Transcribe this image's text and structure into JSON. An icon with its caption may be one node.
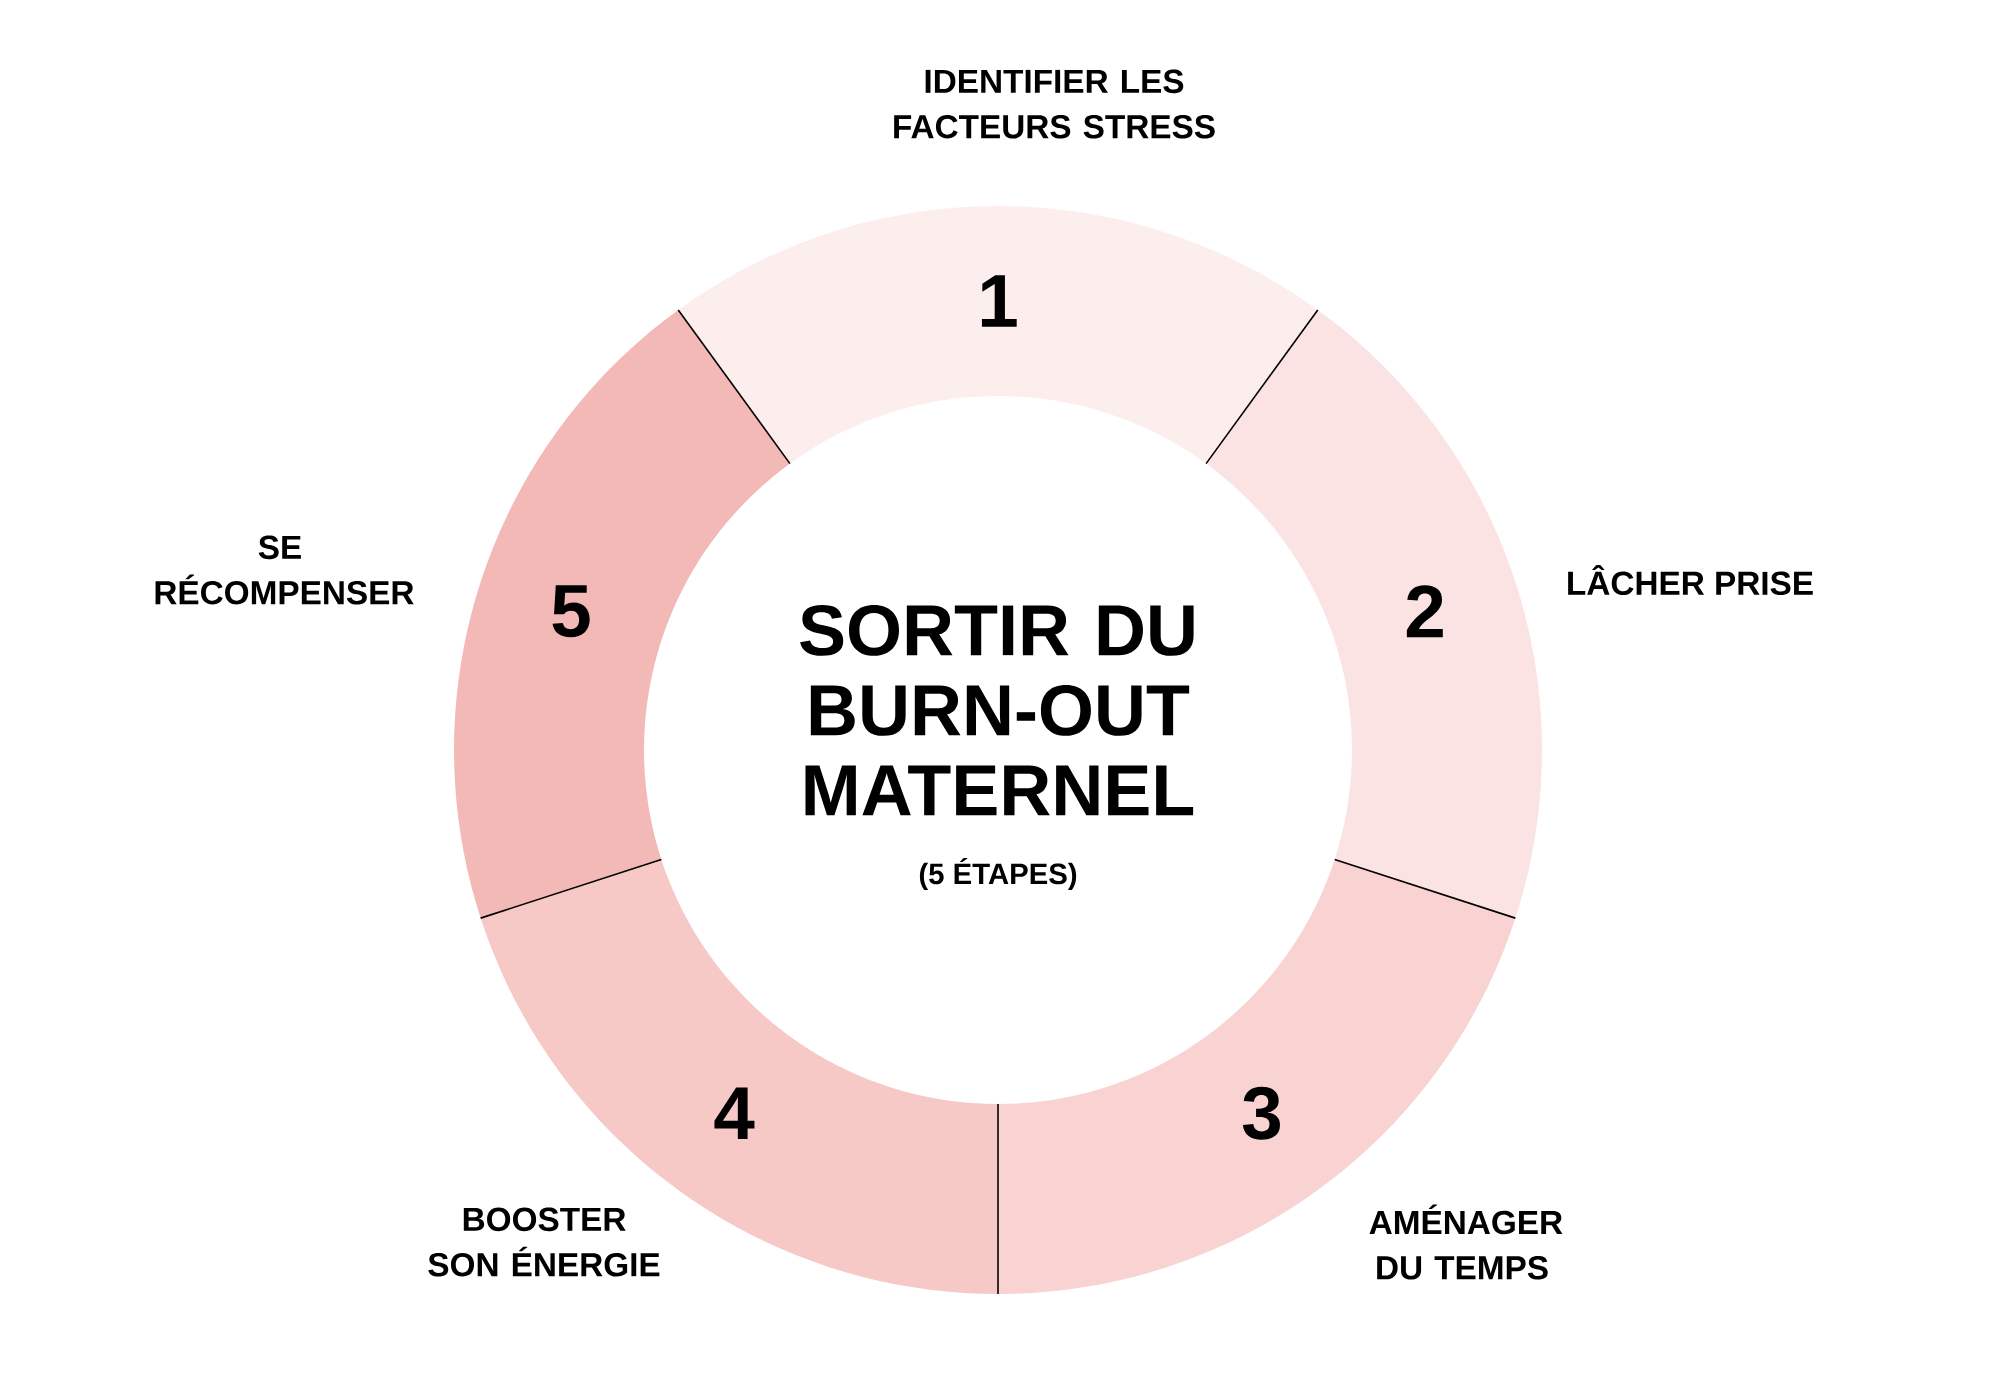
{
  "diagram": {
    "nodes": [
      {
        "text": [
          "IDENTIFIER LES FACTEURS STRESS",
          "1"
        ]
      },
      {
        "text": [
          "2",
          "LÂCHER PRISE"
        ]
      },
      {
        "text": [
          "3",
          "AMÉNAGER DU TEMPS"
        ]
      },
      {
        "text": [
          "4",
          "BOOSTER SON ÉNERGIE"
        ]
      },
      {
        "text": [
          "5",
          "SE RÉCOMPENSER"
        ]
      },
      {
        "text": [
          "SORTIR DU BURN-OUT MATERNEL",
          "(5 ÉTAPES)"
        ]
      }
    ]
  }
}
